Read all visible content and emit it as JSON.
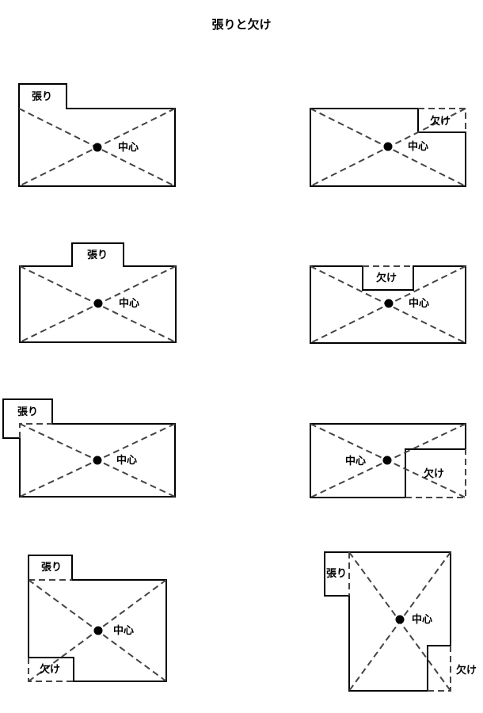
{
  "title": "張りと欠け",
  "labels": {
    "hari": "張り",
    "kake": "欠け",
    "center": "中心"
  }
}
